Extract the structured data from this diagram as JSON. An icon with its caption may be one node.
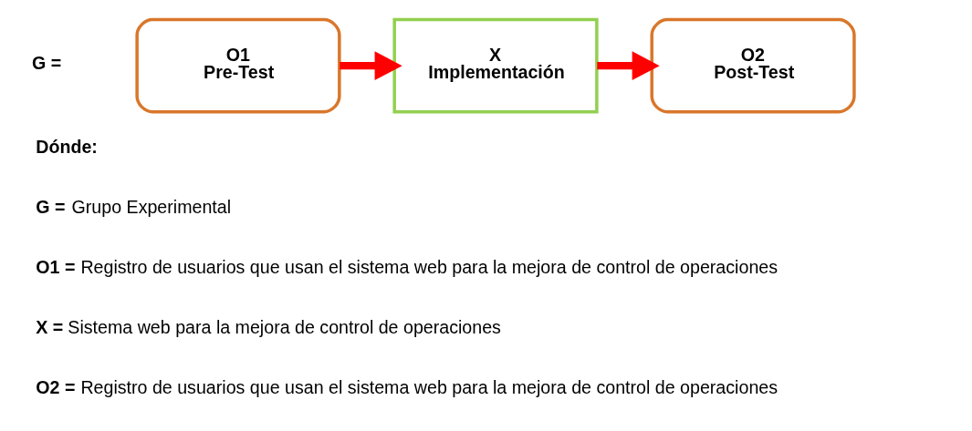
{
  "diagram": {
    "nodes": [
      {
        "text": [
          "O1",
          "Pre-Test"
        ]
      },
      {
        "text": [
          "X",
          "Implementación"
        ]
      },
      {
        "text": [
          "O2",
          "Post-Test"
        ]
      }
    ],
    "edges": [
      {
        "from": 0,
        "to": 1,
        "arrow": "to"
      },
      {
        "from": 1,
        "to": 2,
        "arrow": "to"
      }
    ],
    "labels": [
      "G =",
      "**Dónde:**",
      "**G =** Grupo Experimental",
      "**O1 =** Registro de usuarios que usan el sistema web para la mejora de control de operaciones",
      "**X =** Sistema web para la mejora de control de operaciones",
      "**O2 =** Registro de usuarios que usan el sistema web para la mejora de control de operaciones"
    ]
  }
}
